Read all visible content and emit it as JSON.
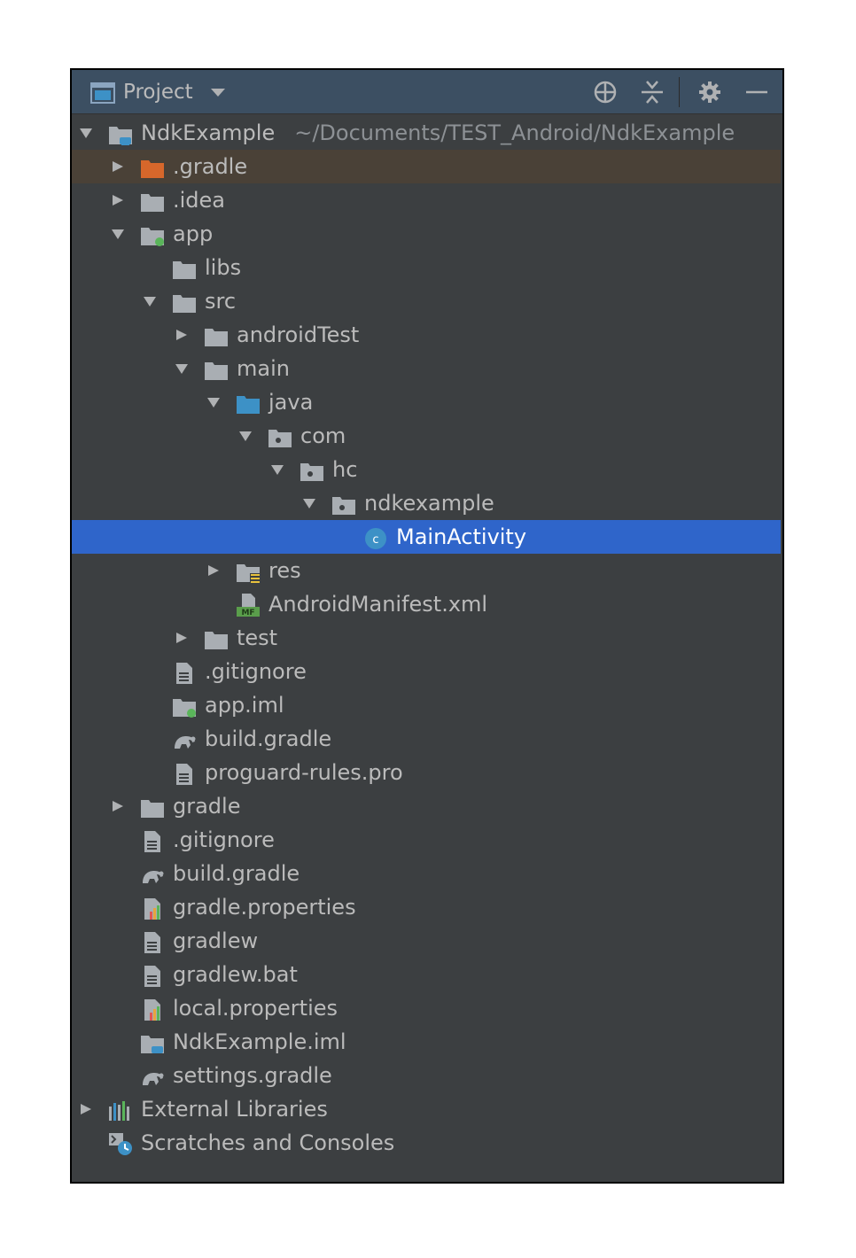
{
  "header": {
    "title": "Project"
  },
  "tree": {
    "root": {
      "label": "NdkExample",
      "path": "~/Documents/TEST_Android/NdkExample"
    },
    "gradle_dir": ".gradle",
    "idea_dir": ".idea",
    "app": "app",
    "libs": "libs",
    "src": "src",
    "androidTest": "androidTest",
    "main": "main",
    "java": "java",
    "com": "com",
    "hc": "hc",
    "ndkexample": "ndkexample",
    "mainActivity": "MainActivity",
    "res": "res",
    "manifest": "AndroidManifest.xml",
    "test": "test",
    "app_gitignore": ".gitignore",
    "app_iml": "app.iml",
    "app_build_gradle": "build.gradle",
    "proguard": "proguard-rules.pro",
    "gradle": "gradle",
    "gitignore": ".gitignore",
    "build_gradle": "build.gradle",
    "gradle_properties": "gradle.properties",
    "gradlew": "gradlew",
    "gradlew_bat": "gradlew.bat",
    "local_properties": "local.properties",
    "ndk_iml": "NdkExample.iml",
    "settings_gradle": "settings.gradle",
    "external_libraries": "External Libraries",
    "scratches": "Scratches and Consoles"
  },
  "icons": {
    "folder": "folder-icon",
    "module": "module-folder-icon",
    "source": "source-root-icon",
    "package": "package-icon",
    "class": "class-icon",
    "text_file": "text-file-icon",
    "gradle": "gradle-elephant-icon",
    "properties": "properties-icon",
    "manifest": "manifest-icon"
  },
  "colors": {
    "panel_bg": "#3c3f41",
    "header_bg": "#3c4f62",
    "selection": "#2f65ca",
    "gradle_highlight": "#4a4137",
    "text": "#bbbbbb",
    "folder": "#a9aeb3",
    "excluded_folder": "#d7672b",
    "source_folder": "#3d91c6"
  }
}
